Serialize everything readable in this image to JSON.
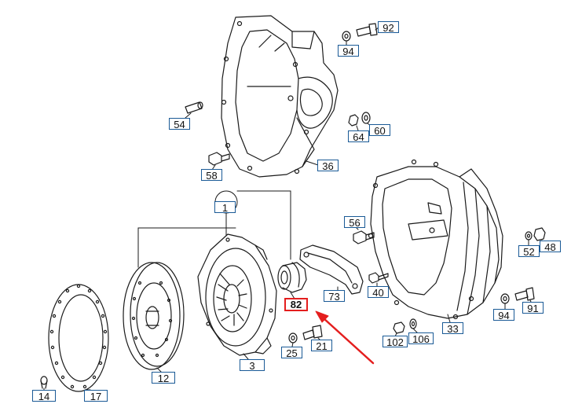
{
  "diagram": {
    "colors": {
      "line": "#1a1a1a",
      "callout_border": "#1a5a96",
      "highlight": "#e41e1e"
    },
    "highlighted_part": "82",
    "callouts": [
      {
        "id": "92",
        "label": "92"
      },
      {
        "id": "94a",
        "label": "94"
      },
      {
        "id": "54",
        "label": "54"
      },
      {
        "id": "64",
        "label": "64"
      },
      {
        "id": "60",
        "label": "60"
      },
      {
        "id": "58",
        "label": "58"
      },
      {
        "id": "36",
        "label": "36"
      },
      {
        "id": "1",
        "label": "1"
      },
      {
        "id": "56",
        "label": "56"
      },
      {
        "id": "52",
        "label": "52"
      },
      {
        "id": "48",
        "label": "48"
      },
      {
        "id": "73",
        "label": "73"
      },
      {
        "id": "40",
        "label": "40"
      },
      {
        "id": "82",
        "label": "82"
      },
      {
        "id": "94b",
        "label": "94"
      },
      {
        "id": "91",
        "label": "91"
      },
      {
        "id": "33",
        "label": "33"
      },
      {
        "id": "102",
        "label": "102"
      },
      {
        "id": "106",
        "label": "106"
      },
      {
        "id": "25",
        "label": "25"
      },
      {
        "id": "21",
        "label": "21"
      },
      {
        "id": "3",
        "label": "3"
      },
      {
        "id": "12",
        "label": "12"
      },
      {
        "id": "14",
        "label": "14"
      },
      {
        "id": "17",
        "label": "17"
      }
    ]
  }
}
